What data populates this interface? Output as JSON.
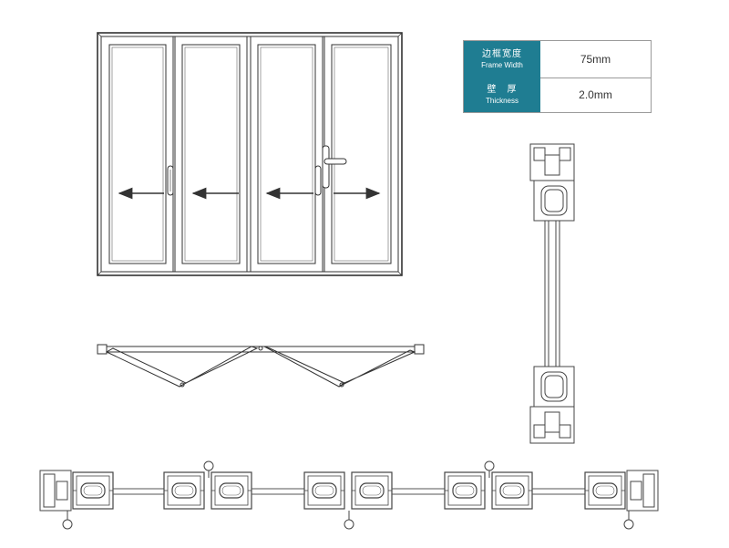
{
  "spec_table": {
    "rows": [
      {
        "label_cn": "边框宽度",
        "label_en": "Frame Width",
        "value": "75mm"
      },
      {
        "label_cn": "壁　厚",
        "label_en": "Thickness",
        "value": "2.0mm"
      }
    ],
    "label_bg": "#1f7d92"
  },
  "drawing": {
    "elevation_panels": 4,
    "opening_direction_arrows": [
      "left",
      "left",
      "left",
      "right"
    ],
    "handle_style": "lever-handle",
    "fold_view_leaves": 4,
    "line_color": "#333333"
  }
}
